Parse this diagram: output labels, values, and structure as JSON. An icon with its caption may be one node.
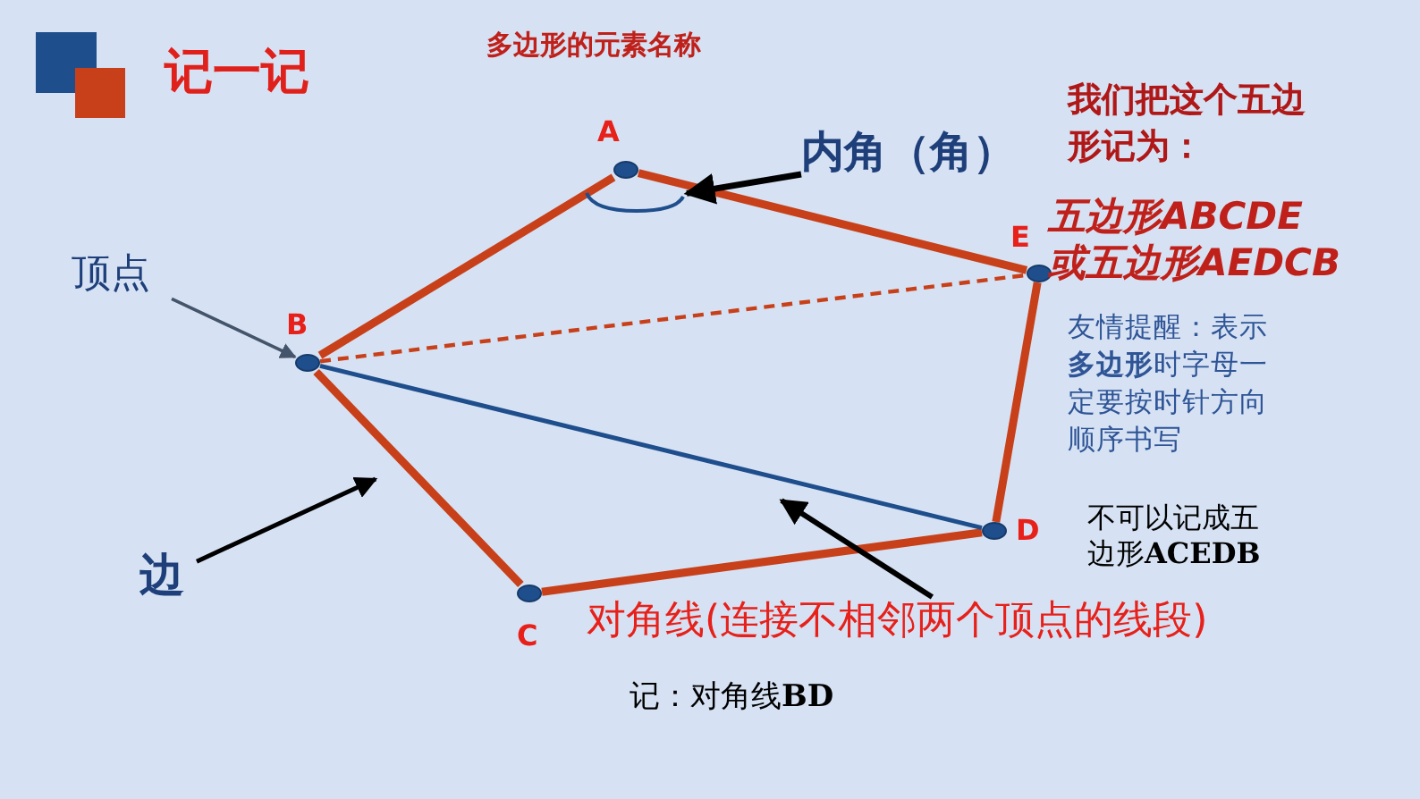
{
  "diagram": {
    "title": "记一记",
    "nodes": [
      {
        "text": [],
        "shape": "circle",
        "beside": [
          "A"
        ]
      },
      {
        "text": [],
        "shape": "circle",
        "beside": [
          "B"
        ]
      },
      {
        "text": [],
        "shape": "circle",
        "beside": [
          "C"
        ]
      },
      {
        "text": [],
        "shape": "circle",
        "beside": [
          "D"
        ]
      },
      {
        "text": [],
        "shape": "circle",
        "beside": [
          "E"
        ]
      },
      {
        "text": [
          "内角（角）"
        ]
      },
      {
        "text": [],
        "shape": "arc"
      },
      {
        "text": [
          "顶点"
        ]
      },
      {
        "text": [
          "边"
        ]
      },
      {
        "text": [
          "对角线(连接不相邻两个顶点的线段)"
        ]
      }
    ],
    "edges": [
      {
        "from": 0,
        "to": 1,
        "arrow": "none"
      },
      {
        "from": 1,
        "to": 2,
        "arrow": "none"
      },
      {
        "from": 2,
        "to": 3,
        "arrow": "none"
      },
      {
        "from": 3,
        "to": 4,
        "arrow": "none"
      },
      {
        "from": 4,
        "to": 0,
        "arrow": "none"
      },
      {
        "from": 1,
        "to": 3,
        "arrow": "none",
        "color": "#1f4e8c"
      },
      {
        "from": 1,
        "to": 4,
        "arrow": "none",
        "style": "dashed"
      },
      {
        "from": 5,
        "to": 6,
        "arrow": "to",
        "color": "#000000"
      },
      {
        "from": 7,
        "to": 1,
        "arrow": "to",
        "color": "#44546a"
      },
      {
        "from": 8,
        "to": null,
        "arrow": "to",
        "color": "#000000"
      },
      {
        "from": 9,
        "to": null,
        "arrow": "to",
        "color": "#000000"
      }
    ],
    "labels": [
      "多边形的元素名称",
      "我们把这个五边形记为：",
      "五边形ABCDE",
      "或五边形AEDCB",
      "友情提醒：表示**多边形**时字母一定要按时针方向顺序书写",
      "不可以记成五边形**ACEDB**",
      "记：对角线**BD**"
    ]
  }
}
